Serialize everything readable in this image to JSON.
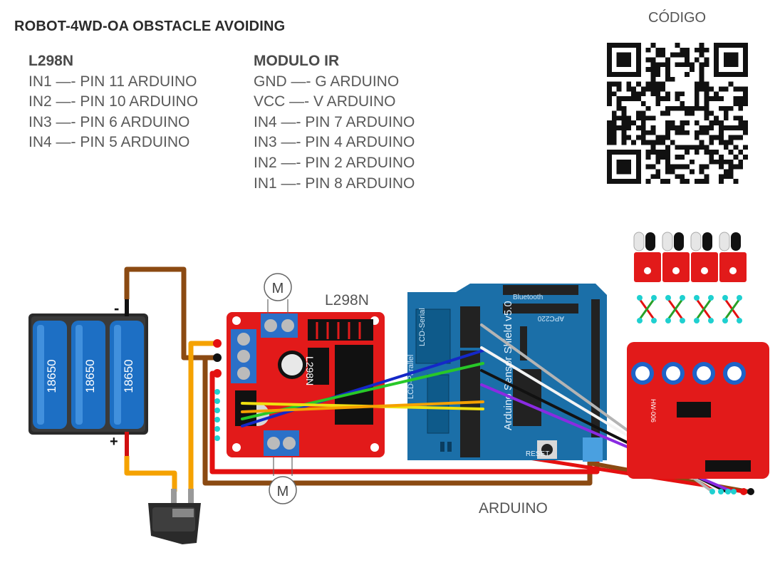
{
  "title": "ROBOT-4WD-OA OBSTACLE AVOIDING",
  "qr_label": "CÓDIGO",
  "l298n_pins": {
    "header": "L298N",
    "lines": [
      "IN1 —-  PIN 11 ARDUINO",
      "IN2 —- PIN 10 ARDUINO",
      "IN3 —- PIN 6 ARDUINO",
      "IN4 —- PIN 5 ARDUINO"
    ]
  },
  "ir_pins": {
    "header": "MODULO IR",
    "lines": [
      "GND —- G ARDUINO",
      "VCC —- V ARDUINO",
      "IN4 —- PIN 7 ARDUINO",
      "IN3 —- PIN 4 ARDUINO",
      "IN2 —- PIN 2 ARDUINO",
      "IN1 —- PIN 8 ARDUINO"
    ]
  },
  "diagram": {
    "battery_label": "18650",
    "minus_sign": "-",
    "plus_sign": "+",
    "motor_label": "M",
    "driver_label": "L298N",
    "driver_silk": "L298N",
    "arduino_label": "ARDUINO",
    "shield_text": "Arduino Sensor Shield v5.0",
    "shield_lcd_serial": "LCD-Serial",
    "shield_lcd_parallel": "LCD-Parallel",
    "shield_bluetooth": "Bluetooth",
    "shield_apc": "APC220",
    "shield_reset": "RESET",
    "ir_board_label": "HW-006",
    "wire_colors": {
      "power": "#8b4a12",
      "switch": "#f5a200",
      "red": "#e41010",
      "blue": "#1428c8",
      "green": "#28c828",
      "yellow": "#f0e010",
      "orange": "#f5a000",
      "white": "#f2f2f2",
      "gray": "#b4b4b4",
      "black": "#111111",
      "purple": "#8a2be2"
    }
  }
}
